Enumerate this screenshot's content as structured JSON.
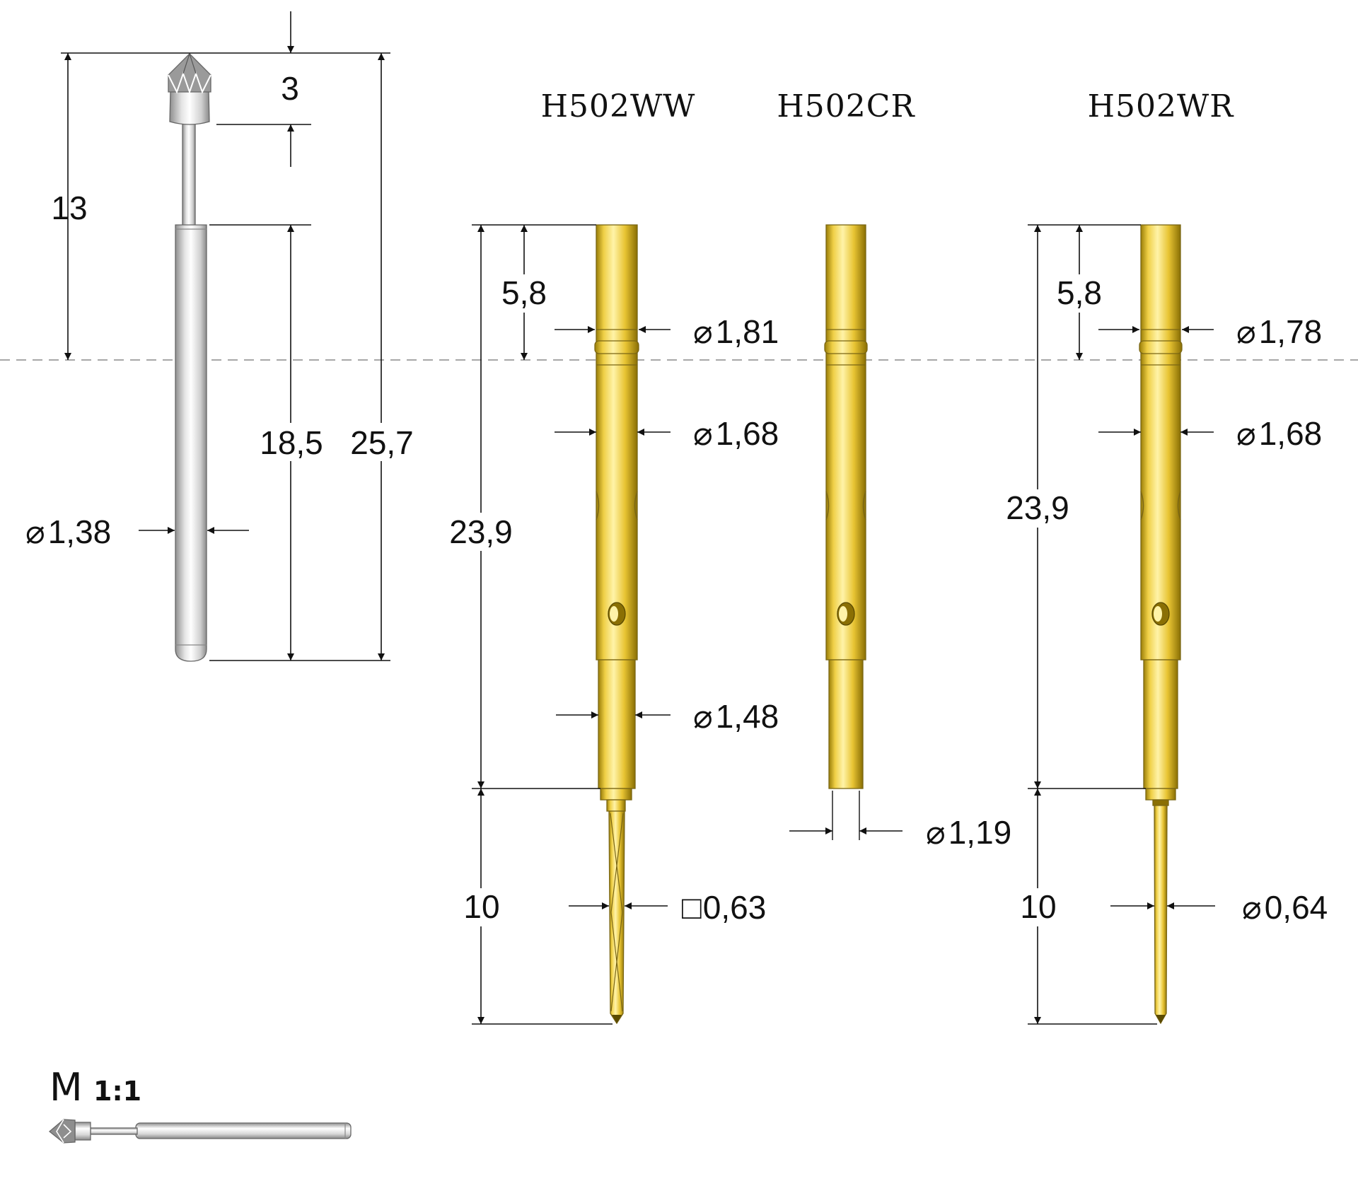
{
  "colors": {
    "gold_light": "#fff3a8",
    "gold_mid": "#efcf45",
    "gold_dark": "#a88a10",
    "steel_light": "#ffffff",
    "steel_mid": "#d8d8d8",
    "steel_dark": "#8e8e8e",
    "dim_line": "#111111",
    "center_line": "#8a8a8a"
  },
  "probe": {
    "dim_top": "3",
    "dim_upper": "13",
    "dim_barrel": "18,5",
    "dim_total": "25,7",
    "dim_diameter": "1,38"
  },
  "receptacles": [
    {
      "name": "H502WW",
      "dim_top": "5,8",
      "dim_length": "23,9",
      "dim_tail": "10",
      "dia_collar": "1,81",
      "dia_body": "1,68",
      "dia_lower": "1,48",
      "tail_size": "0,63"
    },
    {
      "name": "H502CR",
      "dia_lower": "1,19"
    },
    {
      "name": "H502WR",
      "dim_top": "5,8",
      "dim_length": "23,9",
      "dim_tail": "10",
      "dia_collar": "1,78",
      "dia_body": "1,68",
      "tail_size": "0,64"
    }
  ],
  "scale": {
    "letter": "M",
    "ratio": "1:1"
  },
  "symbols": {
    "diameter": "⌀",
    "square": "□"
  }
}
